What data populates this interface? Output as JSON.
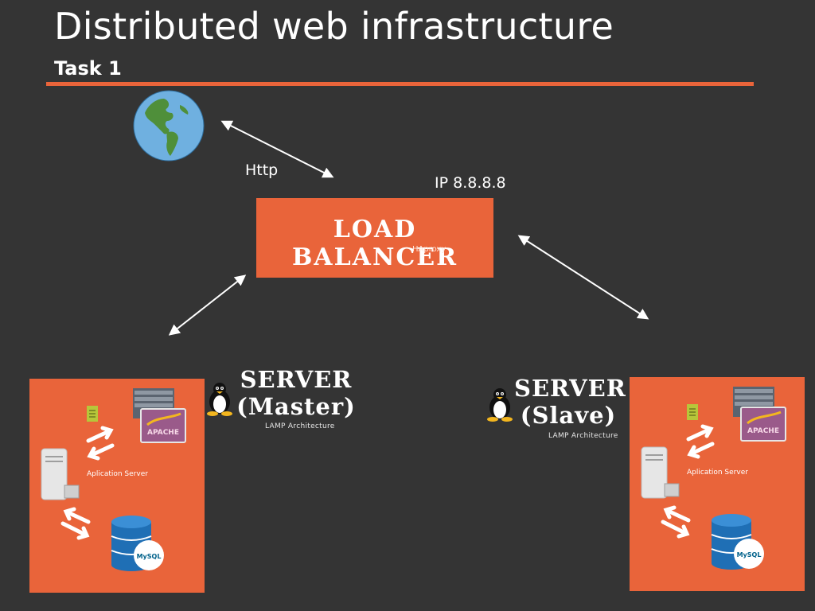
{
  "header": {
    "title": "Distributed web infrastructure",
    "subtitle": "Task 1"
  },
  "connections": {
    "http_label": "Http"
  },
  "load_balancer": {
    "ip": "IP 8.8.8.8",
    "title": "LOAD BALANCER",
    "software": "HAproxy"
  },
  "servers": {
    "master": {
      "title_line1": "SERVER",
      "title_line2": "(Master)",
      "architecture": "LAMP Architecture",
      "app_server_label": "Aplication Server"
    },
    "slave": {
      "title_line1": "SERVER",
      "title_line2": "(Slave)",
      "architecture": "LAMP Architecture",
      "app_server_label": "Aplication Server"
    }
  },
  "logos": {
    "web_server": "APACHE",
    "database": "MySQL"
  },
  "icons": [
    "globe-icon",
    "linux-tux-icon",
    "web-server-icon",
    "file-icon",
    "sync-arrows-icon",
    "application-server-icon",
    "database-icon"
  ],
  "colors": {
    "background": "#343434",
    "accent": "#e9643a",
    "text": "#ffffff"
  }
}
